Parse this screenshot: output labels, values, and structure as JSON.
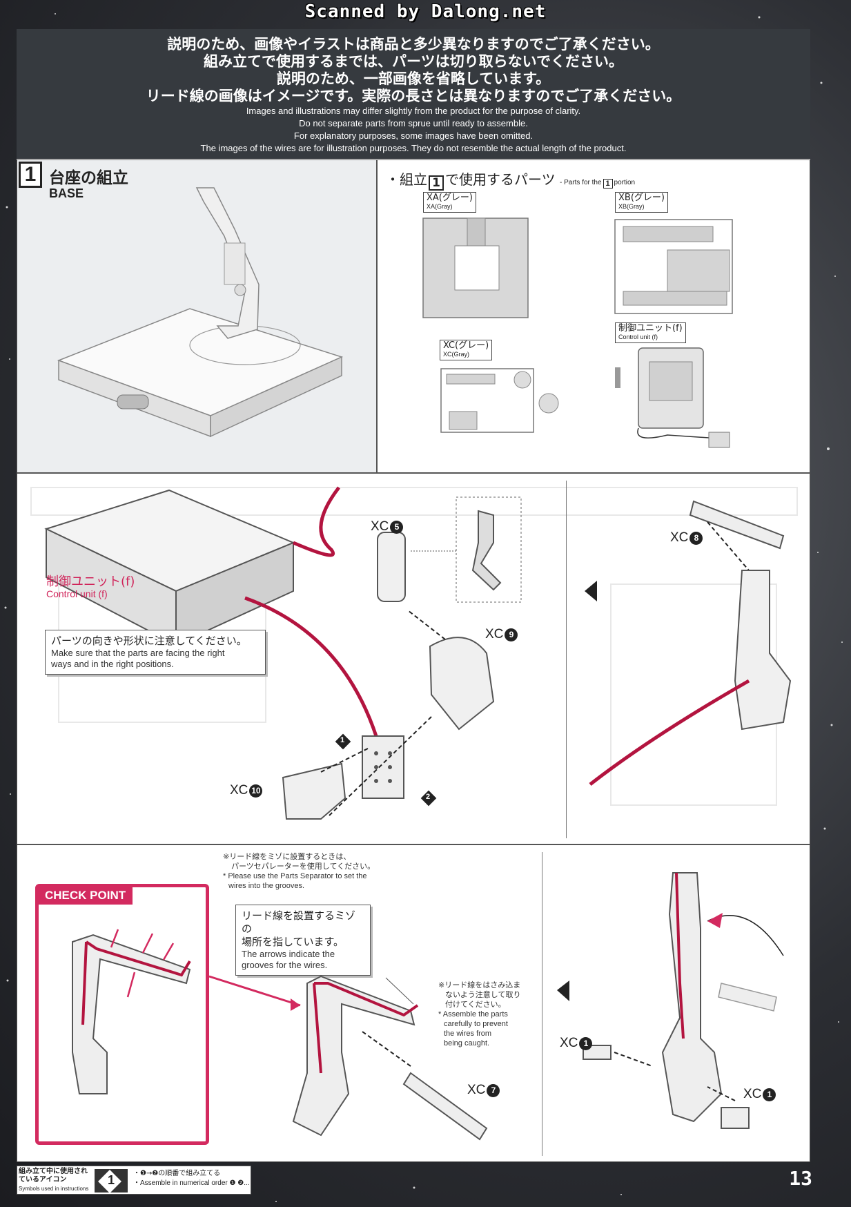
{
  "watermark": "Scanned by Dalong.net",
  "notice": {
    "jp": [
      "説明のため、画像やイラストは商品と多少異なりますのでご了承ください。",
      "組み立てで使用するまでは、パーツは切り取らないでください。",
      "説明のため、一部画像を省略しています。",
      "リード線の画像はイメージです。実際の長さとは異なりますのでご了承ください。"
    ],
    "en": [
      "Images and illustrations may differ slightly from the product for the purpose of clarity.",
      "Do not separate parts from sprue until ready to assemble.",
      "For explanatory purposes, some images have been omitted.",
      "The images of the wires are for illustration purposes. They do not resemble the actual length of the product."
    ]
  },
  "step": {
    "number": "1",
    "title_jp": "台座の組立",
    "title_en": "BASE"
  },
  "parts_used": {
    "prefix": "・組立",
    "number": "1",
    "suffix": "で使用するパーツ",
    "note_pre": "- Parts for the",
    "note_num": "1",
    "note_post": "portion"
  },
  "runners": {
    "xa": {
      "jp": "XA(グレー)",
      "en": "XA(Gray)"
    },
    "xb": {
      "jp": "XB(グレー)",
      "en": "XB(Gray)"
    },
    "xc": {
      "jp": "XC(グレー)",
      "en": "XC(Gray)"
    },
    "f": {
      "jp": "制御ユニット(f)",
      "en": "Control unit (f)"
    }
  },
  "assembly": {
    "control_unit_jp": "制御ユニット(f)",
    "control_unit_en": "Control unit (f)",
    "labels": {
      "xc5_pre": "XC",
      "xc5_num": "5",
      "xc9_pre": "XC",
      "xc9_num": "9",
      "xc10_pre": "XC",
      "xc10_num": "10",
      "xc8_pre": "XC",
      "xc8_num": "8",
      "xc7_pre": "XC",
      "xc7_num": "7",
      "xc1a_pre": "XC",
      "xc1a_num": "1",
      "xc1b_pre": "XC",
      "xc1b_num": "1"
    },
    "order": {
      "first": "1",
      "second": "2"
    },
    "orientation_note": {
      "jp": "パーツの向きや形状に注意してください。",
      "en1": "Make sure that the parts are facing the right",
      "en2": "ways and in the right positions."
    }
  },
  "wire_note": {
    "jp1": "※リード線をミゾに設置するときは、",
    "jp2": "パーツセパレーターを使用してください。",
    "en1": "* Please use the Parts Separator to set the",
    "en2": "wires into the grooves."
  },
  "checkpoint": {
    "label": "CHECK POINT",
    "jp1": "リード線を設置するミゾの",
    "jp2": "場所を指しています。",
    "en1": "The arrows indicate the",
    "en2": "grooves for the wires."
  },
  "pinch_note": {
    "jp1": "※リード線をはさみ込ま",
    "jp2": "ないよう注意して取り",
    "jp3": "付けてください。",
    "en1": "* Assemble the parts",
    "en2": "carefully to prevent",
    "en3": "the wires from",
    "en4": "being caught."
  },
  "legend": {
    "jp": "組み立て中に使用されているアイコン",
    "en": "Symbols used in instructions",
    "icon": "1",
    "text_jp": "・❶→❷の順番で組み立てる",
    "text_en": "・Assemble in numerical order ❶ ❷..."
  },
  "page_number": "13",
  "colors": {
    "wire": "#b3143f",
    "accent": "#d32a5f",
    "header": "#363a3f"
  }
}
